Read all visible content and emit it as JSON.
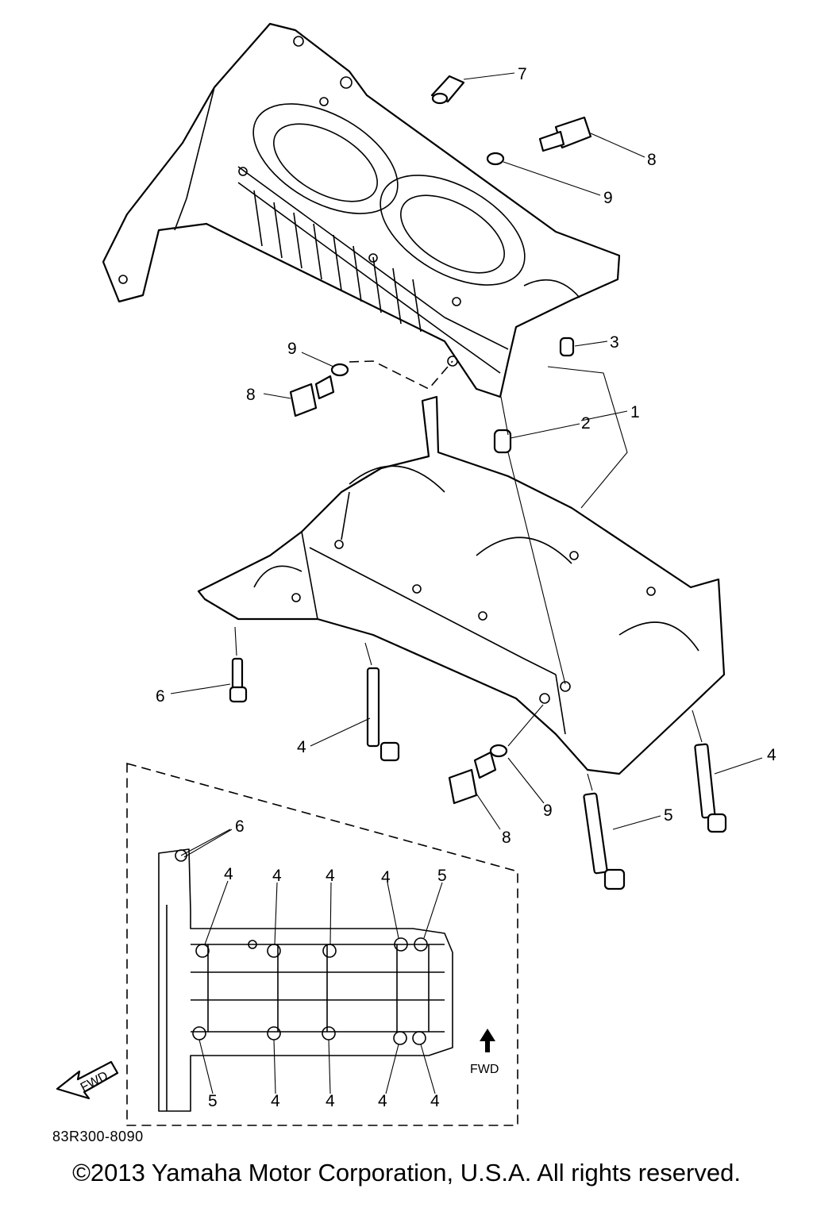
{
  "labels": {
    "l7": "7",
    "l8a": "8",
    "l9a": "9",
    "l3": "3",
    "l9b": "9",
    "l8b": "8",
    "l2": "2",
    "l1": "1",
    "l6a": "6",
    "l4a": "4",
    "l4b": "4",
    "l9c": "9",
    "l8c": "8",
    "l5a": "5",
    "l6b": "6",
    "t4a": "4",
    "t4b": "4",
    "t4c": "4",
    "t4d": "4",
    "t5": "5",
    "b5": "5",
    "b4a": "4",
    "b4b": "4",
    "b4c": "4",
    "b4d": "4"
  },
  "fwd_arrow_text": "FWD",
  "fwd_inset_text": "FWD",
  "diagram_code": "83R300-8090",
  "copyright": "©2013 Yamaha Motor Corporation, U.S.A. All rights reserved."
}
